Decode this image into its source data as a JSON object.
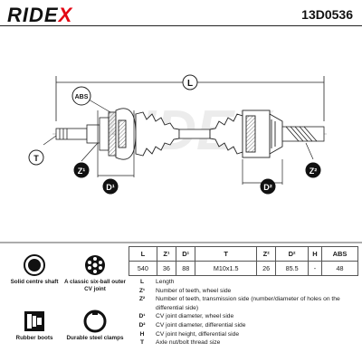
{
  "header": {
    "brand_main": "RIDE",
    "brand_x": "X",
    "part_number": "13D0536"
  },
  "diagram": {
    "callouts": {
      "L": "L",
      "ABS": "ABS",
      "T": "T",
      "Z1": "Z¹",
      "D1": "D¹",
      "D2": "D²",
      "Z2": "Z²"
    },
    "watermark": "RIDEX"
  },
  "features": [
    {
      "icon": "solid-shaft-icon",
      "label": "Solid centre shaft"
    },
    {
      "icon": "cv-joint-icon",
      "label": "A classic six-ball outer CV joint"
    },
    {
      "icon": "rubber-boot-icon",
      "label": "Rubber boots"
    },
    {
      "icon": "steel-clamp-icon",
      "label": "Durable steel clamps"
    }
  ],
  "spec_table": {
    "headers": [
      "L",
      "Z¹",
      "D¹",
      "T",
      "Z²",
      "D²",
      "H",
      "ABS"
    ],
    "values": [
      "540",
      "36",
      "88",
      "M10x1.5",
      "26",
      "85.5",
      "-",
      "48"
    ]
  },
  "legend": [
    {
      "key": "L",
      "text": "Length"
    },
    {
      "key": "Z¹",
      "text": "Number of teeth, wheel side"
    },
    {
      "key": "Z²",
      "text": "Number of teeth, transmission side (number/diameter of holes on the differential side)"
    },
    {
      "key": "D¹",
      "text": "CV joint diameter, wheel side"
    },
    {
      "key": "D²",
      "text": "CV joint diameter, differential side"
    },
    {
      "key": "H",
      "text": "CV joint height, differential side"
    },
    {
      "key": "T",
      "text": "Axle nut/bolt thread size"
    }
  ],
  "colors": {
    "accent": "#e30613",
    "ink": "#1a1a1a",
    "callout_fill": "#ffffff",
    "dark_badge": "#111111"
  }
}
